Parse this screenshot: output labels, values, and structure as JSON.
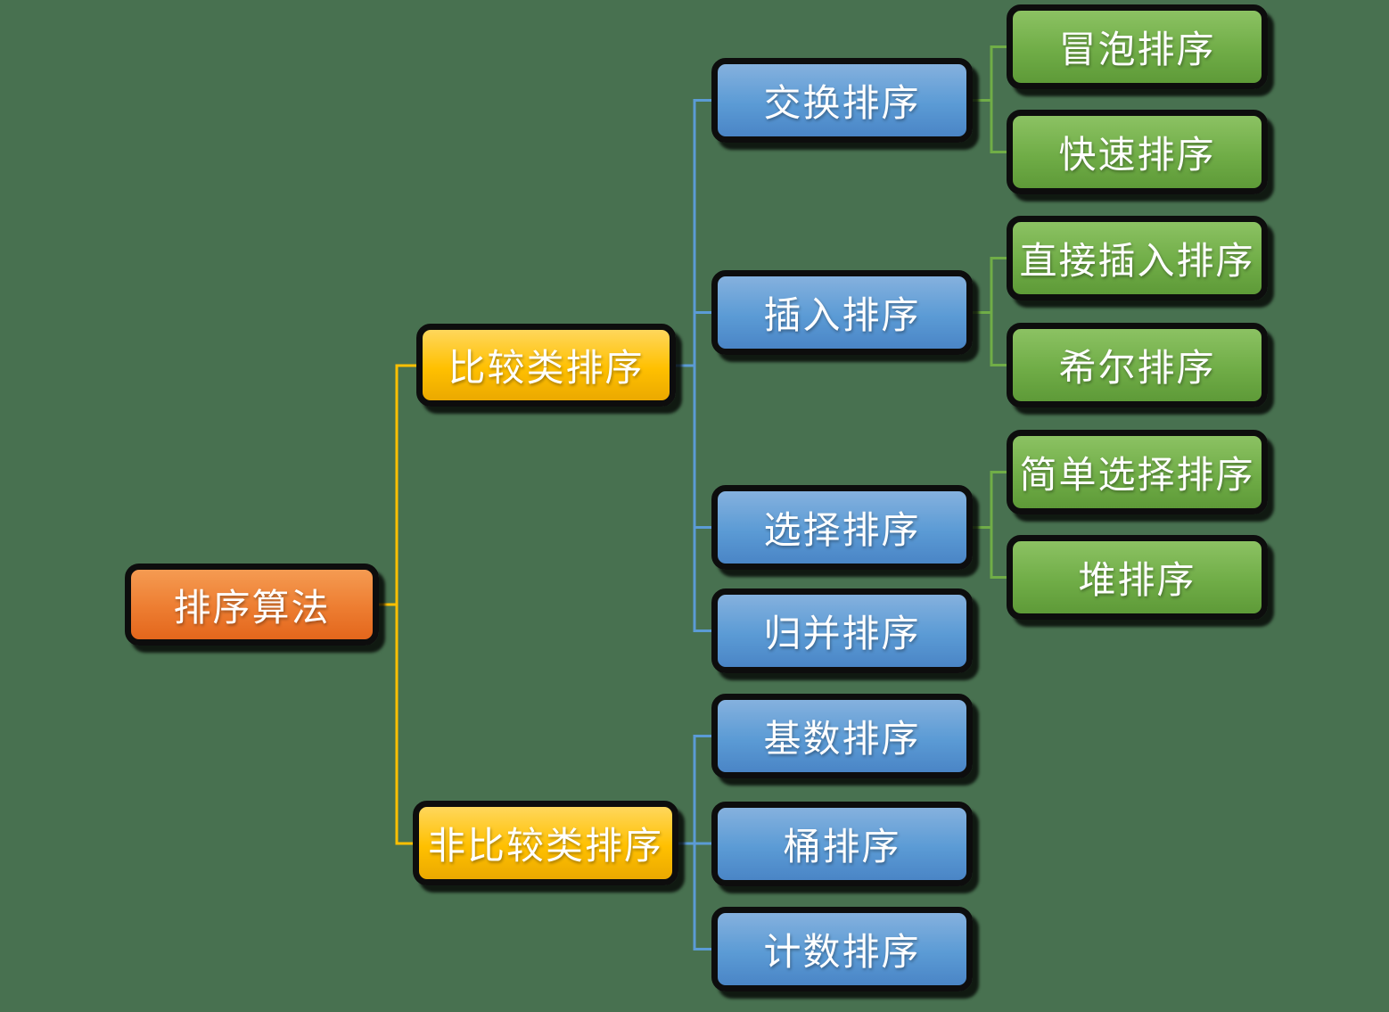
{
  "diagram": {
    "type": "mind-map-tree",
    "colors": {
      "background": "#487150",
      "root_fill": "#ed7d31",
      "level1_fill": "#ffc000",
      "level2_fill": "#5b9bd5",
      "level3_fill": "#70ad47",
      "border": "#0d0d0d",
      "text": "#ffffff",
      "connector_gold": "#ffc000",
      "connector_blue": "#5b9bd5",
      "connector_green": "#70ad47"
    }
  },
  "nodes": {
    "root": {
      "label": "排序算法"
    },
    "comparison": {
      "label": "比较类排序"
    },
    "noncomparison": {
      "label": "非比较类排序"
    },
    "exchange": {
      "label": "交换排序"
    },
    "insertion": {
      "label": "插入排序"
    },
    "selection": {
      "label": "选择排序"
    },
    "merge": {
      "label": "归并排序"
    },
    "radix": {
      "label": "基数排序"
    },
    "bucket": {
      "label": "桶排序"
    },
    "counting": {
      "label": "计数排序"
    },
    "bubble": {
      "label": "冒泡排序"
    },
    "quick": {
      "label": "快速排序"
    },
    "directinsert": {
      "label": "直接插入排序"
    },
    "shell": {
      "label": "希尔排序"
    },
    "simpleselect": {
      "label": "简单选择排序"
    },
    "heap": {
      "label": "堆排序"
    }
  },
  "edges": [
    {
      "from": "root",
      "to": "comparison"
    },
    {
      "from": "root",
      "to": "noncomparison"
    },
    {
      "from": "comparison",
      "to": "exchange"
    },
    {
      "from": "comparison",
      "to": "insertion"
    },
    {
      "from": "comparison",
      "to": "selection"
    },
    {
      "from": "comparison",
      "to": "merge"
    },
    {
      "from": "noncomparison",
      "to": "radix"
    },
    {
      "from": "noncomparison",
      "to": "bucket"
    },
    {
      "from": "noncomparison",
      "to": "counting"
    },
    {
      "from": "exchange",
      "to": "bubble"
    },
    {
      "from": "exchange",
      "to": "quick"
    },
    {
      "from": "insertion",
      "to": "directinsert"
    },
    {
      "from": "insertion",
      "to": "shell"
    },
    {
      "from": "selection",
      "to": "simpleselect"
    },
    {
      "from": "selection",
      "to": "heap"
    }
  ]
}
